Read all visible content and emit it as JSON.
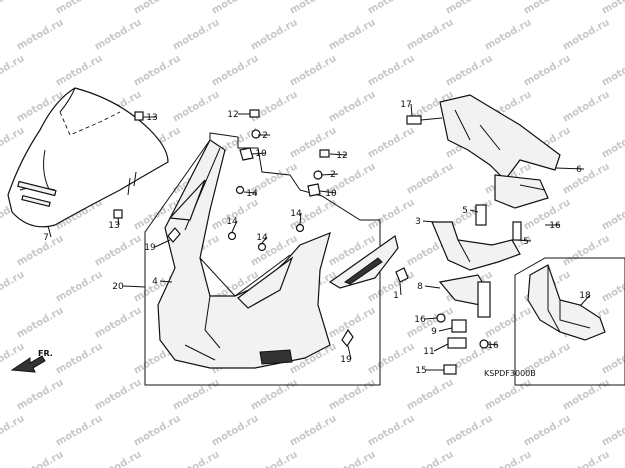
{
  "watermark": "motod.ru",
  "diagram_code": "KSPDF3000B",
  "direction_label": "FR.",
  "callouts": [
    {
      "id": "c1",
      "label": "1"
    },
    {
      "id": "c2a",
      "label": "2"
    },
    {
      "id": "c2b",
      "label": "2"
    },
    {
      "id": "c3",
      "label": "3"
    },
    {
      "id": "c4",
      "label": "4"
    },
    {
      "id": "c5a",
      "label": "5"
    },
    {
      "id": "c5b",
      "label": "5"
    },
    {
      "id": "c6",
      "label": "6"
    },
    {
      "id": "c7",
      "label": "7"
    },
    {
      "id": "c8",
      "label": "8"
    },
    {
      "id": "c9",
      "label": "9"
    },
    {
      "id": "c10a",
      "label": "10"
    },
    {
      "id": "c10b",
      "label": "10"
    },
    {
      "id": "c11",
      "label": "11"
    },
    {
      "id": "c12a",
      "label": "12"
    },
    {
      "id": "c12b",
      "label": "12"
    },
    {
      "id": "c13a",
      "label": "13"
    },
    {
      "id": "c13b",
      "label": "13"
    },
    {
      "id": "c14a",
      "label": "14"
    },
    {
      "id": "c14b",
      "label": "14"
    },
    {
      "id": "c14c",
      "label": "14"
    },
    {
      "id": "c14d",
      "label": "14"
    },
    {
      "id": "c15",
      "label": "15"
    },
    {
      "id": "c16a",
      "label": "16"
    },
    {
      "id": "c16b",
      "label": "16"
    },
    {
      "id": "c16c",
      "label": "16"
    },
    {
      "id": "c17",
      "label": "17"
    },
    {
      "id": "c18",
      "label": "18"
    },
    {
      "id": "c19a",
      "label": "19"
    },
    {
      "id": "c19b",
      "label": "19"
    },
    {
      "id": "c20",
      "label": "20"
    }
  ]
}
